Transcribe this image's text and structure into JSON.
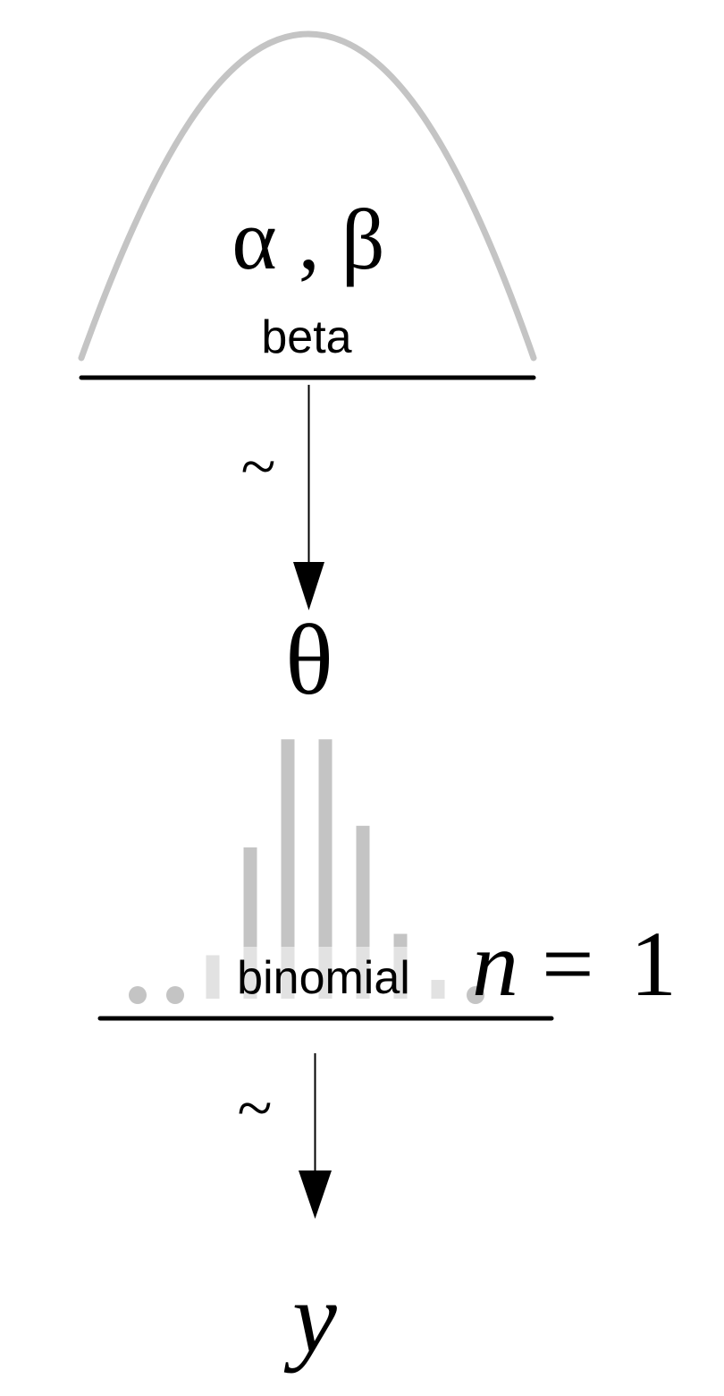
{
  "prior": {
    "params": "α , β",
    "dist_label": "beta",
    "tilde": "~"
  },
  "theta": "θ",
  "likelihood": {
    "dist_label": "binomial",
    "n_var": "n",
    "n_eq": "=",
    "n_value": "1",
    "tilde": "~",
    "pmf_shape": [
      0.03,
      0.03,
      0.14,
      0.49,
      0.84,
      0.84,
      0.56,
      0.21,
      0.06,
      0.03
    ]
  },
  "observed": "y",
  "colors": {
    "ink": "#000000",
    "curve": "#c4c4c4",
    "bar_light": "#e2e2e2"
  }
}
